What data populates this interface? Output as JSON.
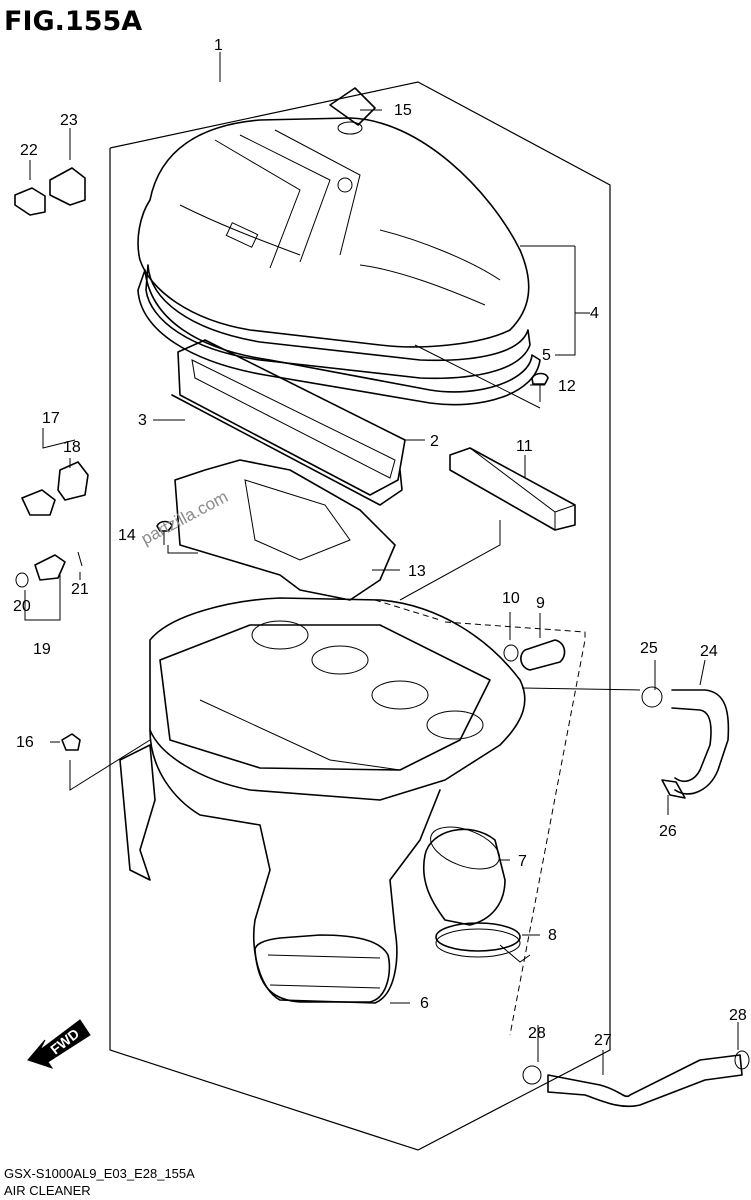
{
  "figure": {
    "title": "FIG.155A",
    "model_code": "GSX-S1000AL9_E03_E28_155A",
    "section_name": "AIR CLEANER",
    "watermark": "partzilla.com",
    "fwd_label": "FWD"
  },
  "callouts": [
    "1",
    "2",
    "3",
    "4",
    "5",
    "6",
    "7",
    "8",
    "9",
    "10",
    "11",
    "12",
    "13",
    "14",
    "15",
    "16",
    "17",
    "18",
    "19",
    "20",
    "21",
    "22",
    "23",
    "24",
    "25",
    "26",
    "27",
    "28",
    "28"
  ]
}
